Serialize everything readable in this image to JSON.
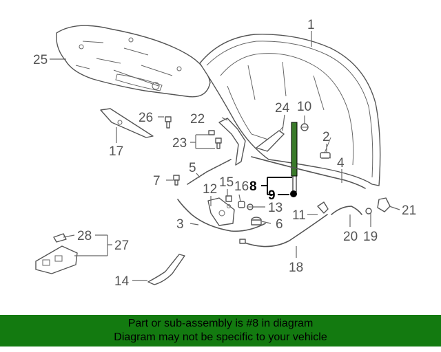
{
  "diagram": {
    "callouts": {
      "c1": "1",
      "c2": "2",
      "c3": "3",
      "c4": "4",
      "c5": "5",
      "c6": "6",
      "c7": "7",
      "c8": "8",
      "c9": "9",
      "c10": "10",
      "c11": "11",
      "c12": "12",
      "c13": "13",
      "c14": "14",
      "c15": "15",
      "c16": "16",
      "c17": "17",
      "c18": "18",
      "c19": "19",
      "c20": "20",
      "c21": "21",
      "c22": "22",
      "c23": "23",
      "c24": "24",
      "c25": "25",
      "c26": "26",
      "c27": "27",
      "c28": "28"
    },
    "highlight_color": "#3a7a2a",
    "footer_color": "#137a10"
  },
  "footer": {
    "line1": "Part or sub-assembly is #8 in diagram",
    "line2": "Diagram may not be specific to your vehicle"
  }
}
